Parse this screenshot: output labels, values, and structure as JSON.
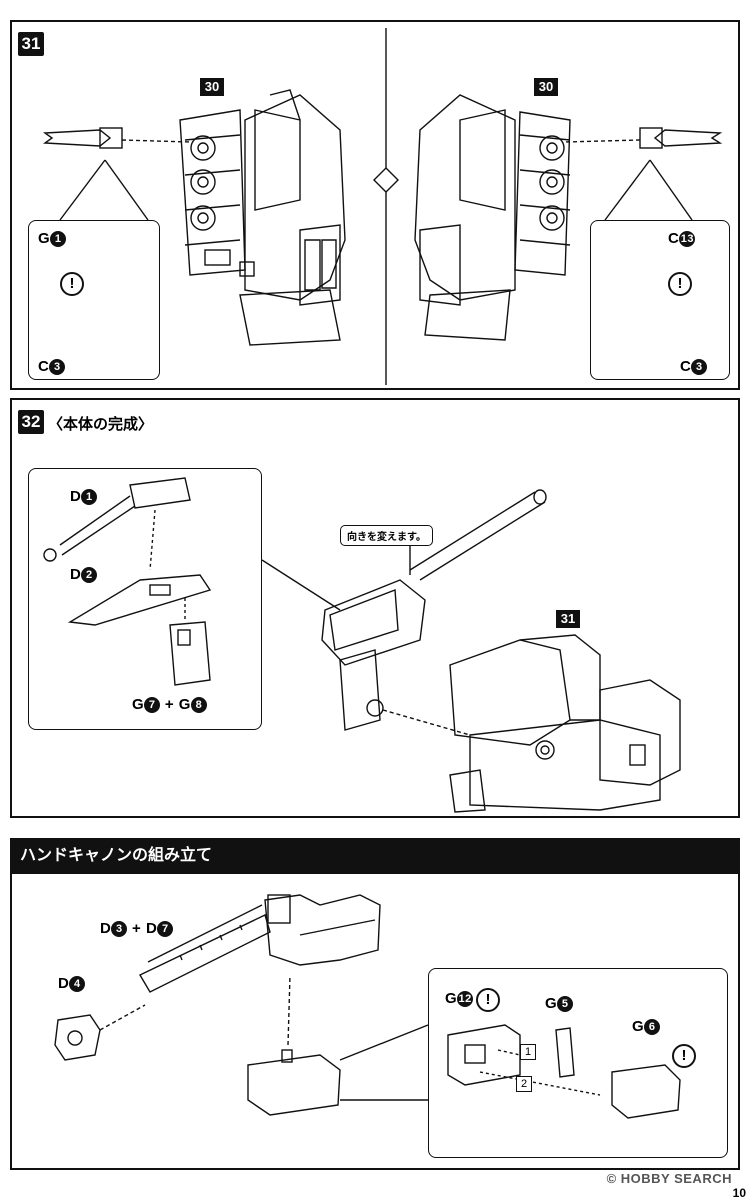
{
  "step31": {
    "number": "31",
    "ref_left": "30",
    "ref_right": "30"
  },
  "step31_left_inset": {
    "part_top": "G",
    "part_top_num": "1",
    "part_bottom": "C",
    "part_bottom_num": "3"
  },
  "step31_right_inset": {
    "part_top": "C",
    "part_top_num": "13",
    "part_bottom": "C",
    "part_bottom_num": "3"
  },
  "step32": {
    "number": "32",
    "title": "〈本体の完成〉",
    "ref": "31",
    "callout": "向きを変えます。"
  },
  "step32_inset": {
    "p1": "D",
    "p1_num": "1",
    "p2": "D",
    "p2_num": "2",
    "p3a": "G",
    "p3a_num": "7",
    "plus": "+",
    "p3b": "G",
    "p3b_num": "8"
  },
  "hand_cannon": {
    "banner": "ハンドキャノンの組み立て",
    "main_a": "D",
    "main_a_num": "3",
    "plus": "+",
    "main_b": "D",
    "main_b_num": "7",
    "muzzle": "D",
    "muzzle_num": "4"
  },
  "hc_inset": {
    "a": "G",
    "a_num": "12",
    "b": "G",
    "b_num": "5",
    "c": "G",
    "c_num": "6",
    "step1": "1",
    "step2": "2"
  },
  "warn_symbol": "!",
  "footer": {
    "logo": "© HOBBY SEARCH",
    "page": "10"
  }
}
